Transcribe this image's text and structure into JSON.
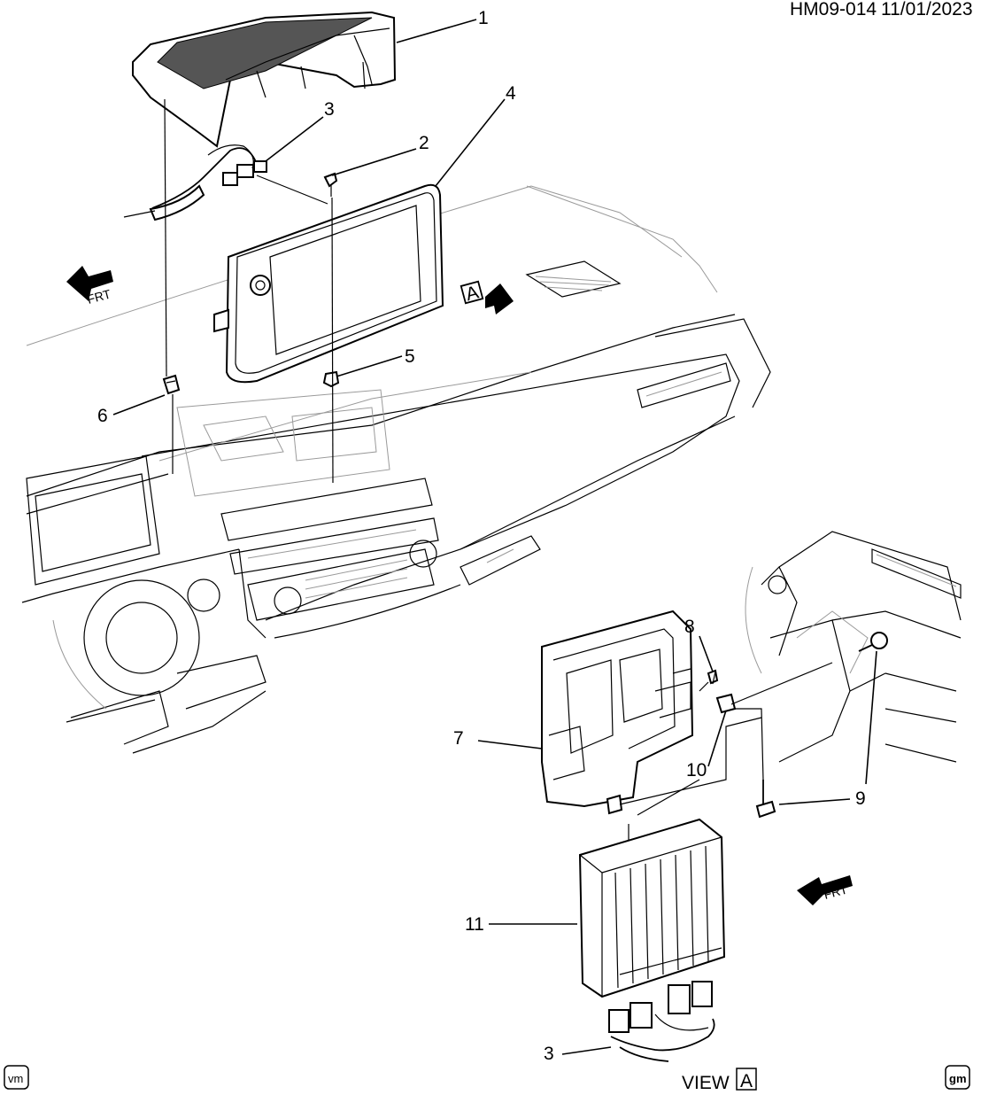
{
  "header": {
    "code": "HM09-014",
    "date": "11/01/2023"
  },
  "footer": {
    "left_badge": "vm",
    "view_label": "VIEW",
    "view_letter": "A",
    "right_badge": "gm"
  },
  "view_marker": {
    "letter": "A"
  },
  "frt_label": "FRT",
  "callouts": [
    "1",
    "2",
    "3",
    "4",
    "5",
    "6",
    "7",
    "8",
    "9",
    "10",
    "11",
    "3"
  ]
}
